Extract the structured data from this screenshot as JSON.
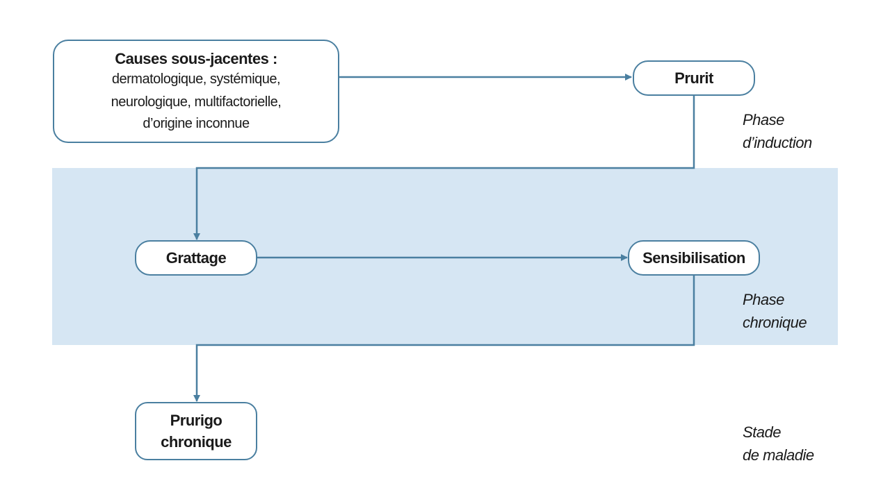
{
  "colors": {
    "stroke": "#4a7fa0",
    "band": "#d6e6f3",
    "text": "#1a1a1a"
  },
  "nodes": {
    "causes": {
      "title": "Causes sous-jacentes :",
      "lines": [
        "dermatologique, systémique,",
        "neurologique, multifactorielle,",
        "d’origine inconnue"
      ]
    },
    "prurit": {
      "label": "Prurit"
    },
    "grattage": {
      "label": "Grattage"
    },
    "sensibilisation": {
      "label": "Sensibilisation"
    },
    "prurigo": {
      "lines": [
        "Prurigo",
        "chronique"
      ]
    }
  },
  "phases": {
    "induction": [
      "Phase",
      "d’induction"
    ],
    "chronique": [
      "Phase",
      "chronique"
    ],
    "stade": [
      "Stade",
      "de maladie"
    ]
  }
}
